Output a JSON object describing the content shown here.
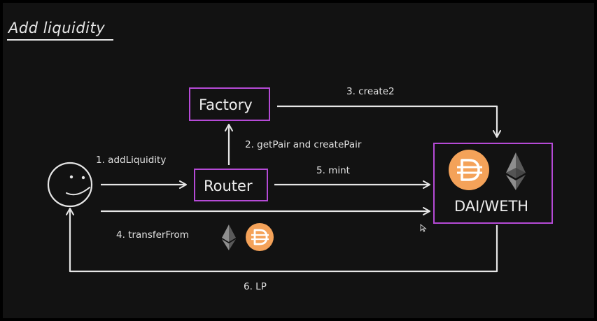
{
  "title": "Add liquidity",
  "nodes": {
    "factory": "Factory",
    "router": "Router",
    "pair": "DAI/WETH"
  },
  "edges": {
    "add_liquidity": "1. addLiquidity",
    "get_pair": "2. getPair and createPair",
    "create2": "3. create2",
    "transfer_from": "4. transferFrom",
    "mint": "5. mint",
    "lp": "6. LP"
  },
  "icons": [
    "user-smiley-icon",
    "dai-icon",
    "eth-icon",
    "cursor-icon"
  ],
  "colors": {
    "background": "#121212",
    "node_border": "#b54ad6",
    "line": "#e6e6e6",
    "dai": "#f4a259",
    "eth": "#8c8c8c"
  }
}
